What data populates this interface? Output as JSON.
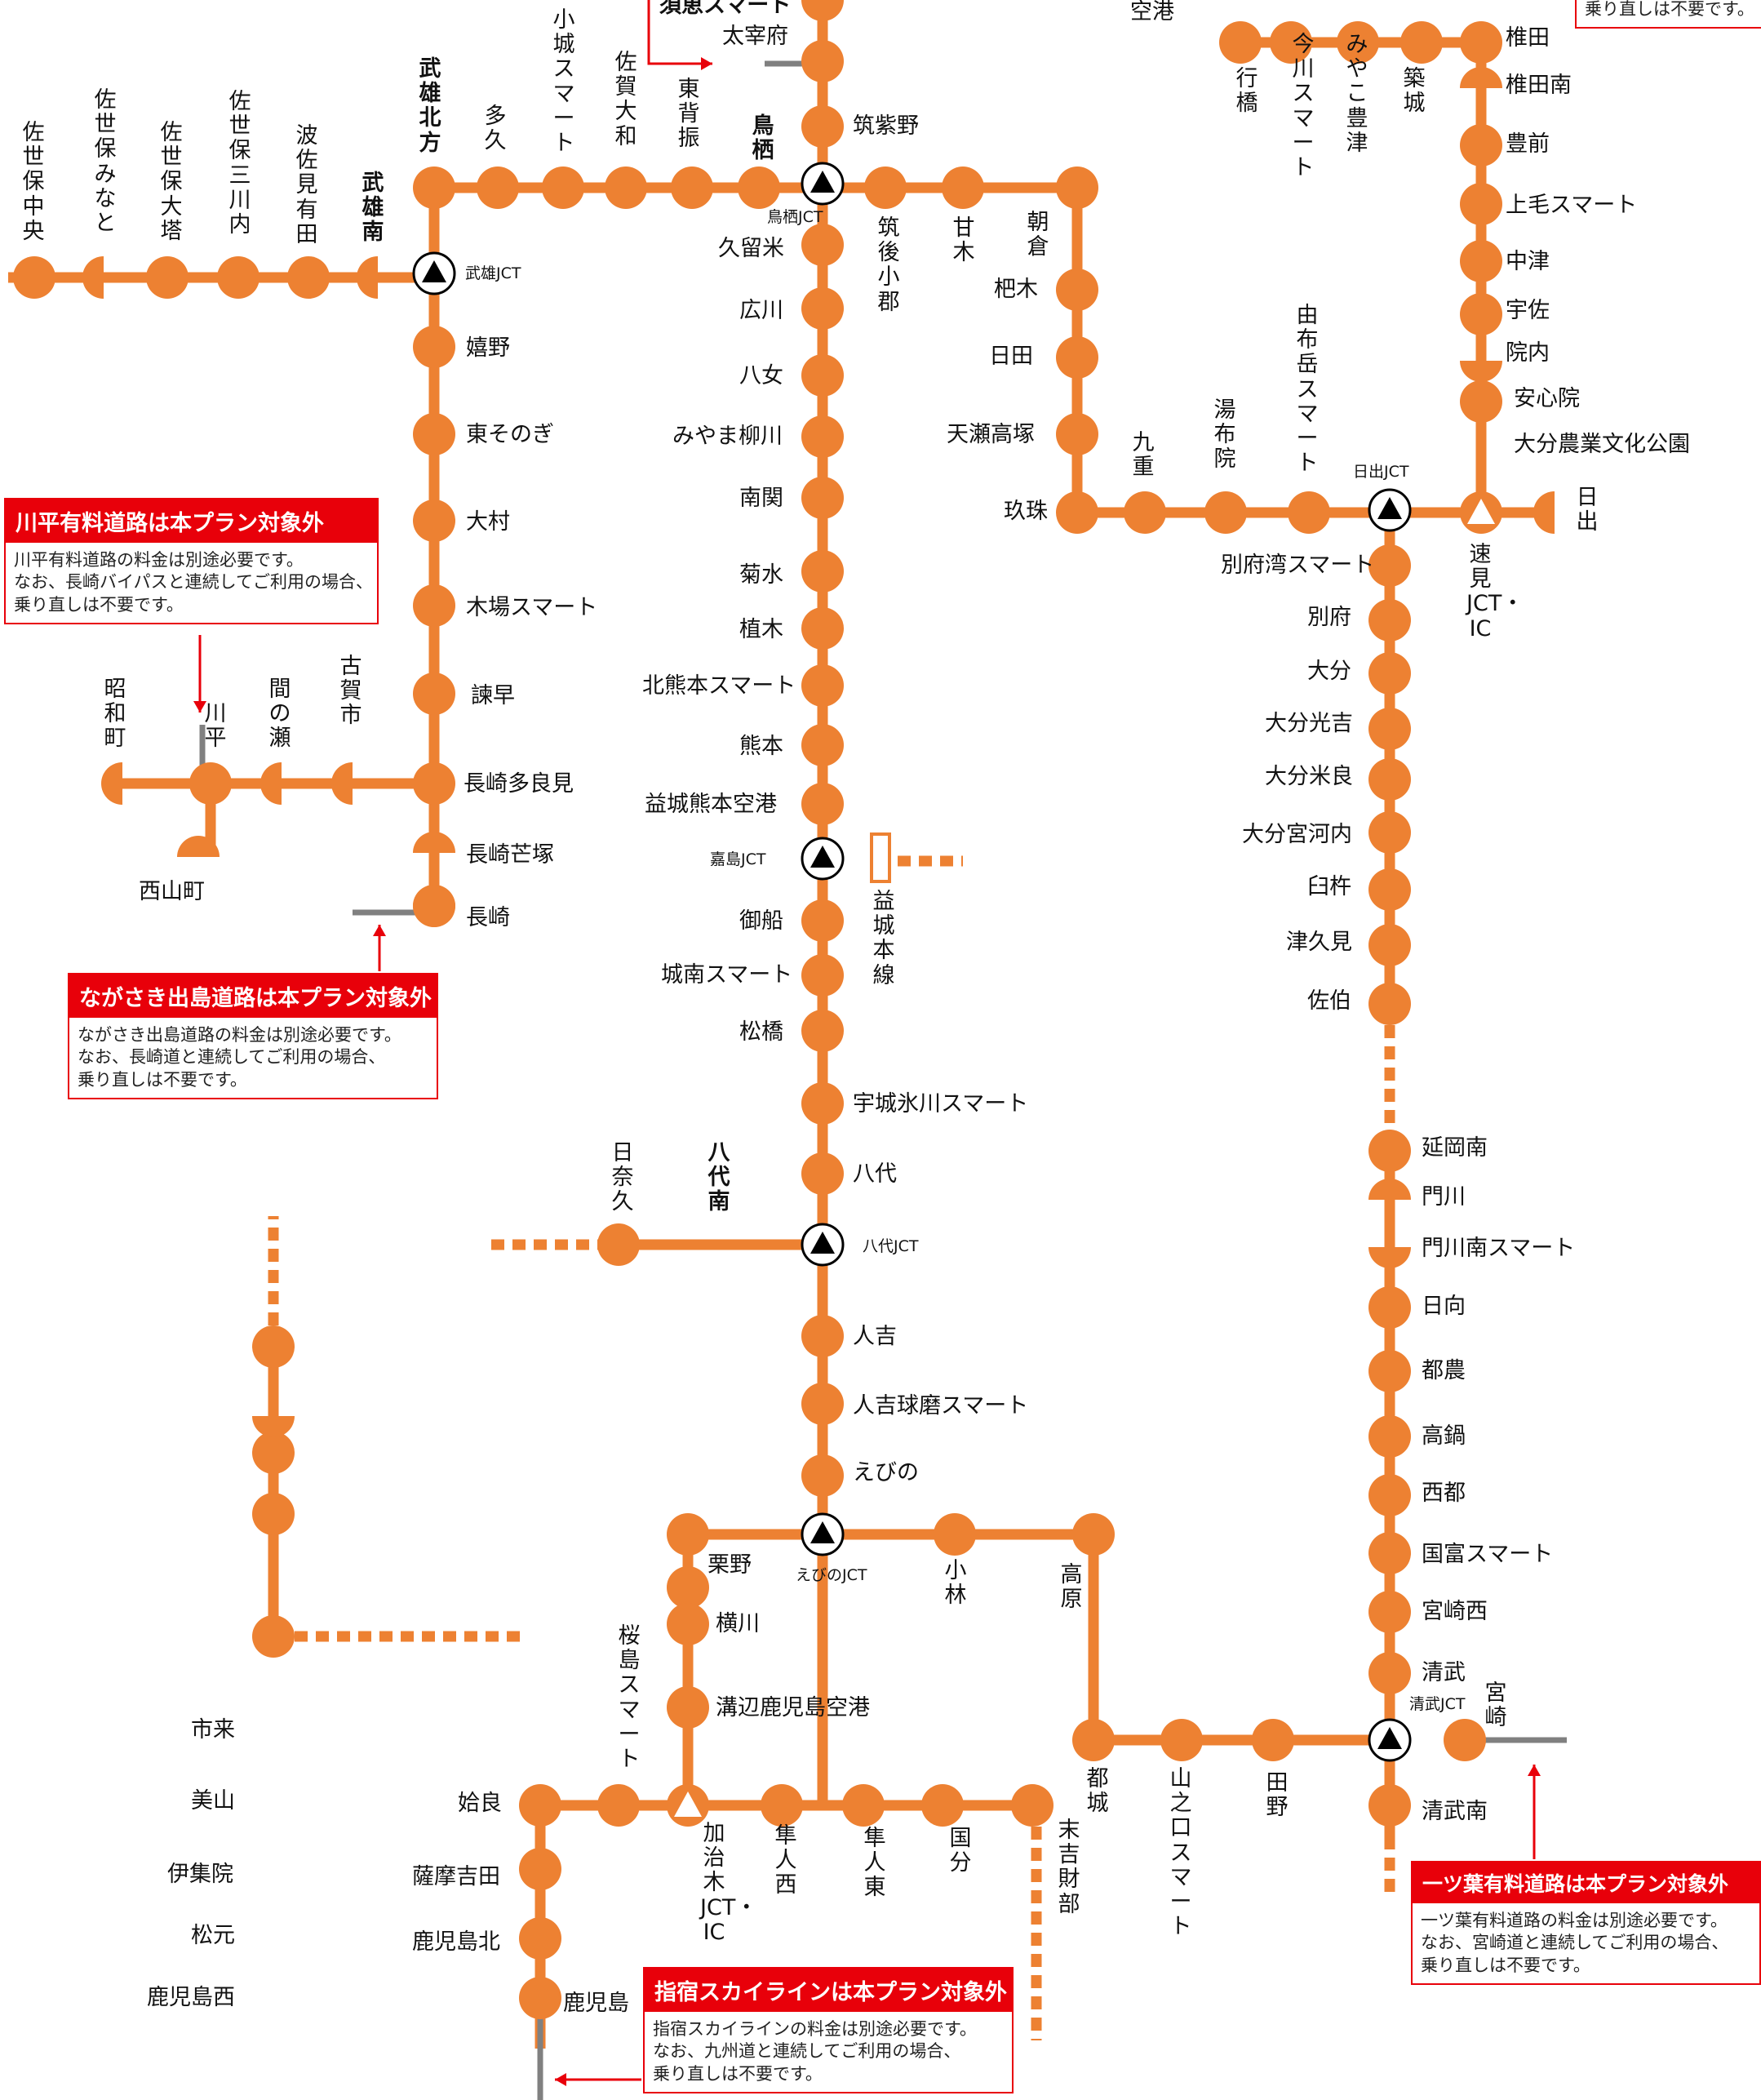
{
  "colors": {
    "route": "#ed8132",
    "jct": "#000000",
    "notice": "#e8000a",
    "excluded_road": "#808080"
  },
  "labels": {
    "top_partial_1": "須恵スマート",
    "top_partial_2": "空港",
    "top_partial_3": "乗り直しは不要です。",
    "dazaifu": "太宰府",
    "chikushino": "筑紫野",
    "tosu": "鳥栖",
    "tosu_jct": "鳥栖JCT",
    "kurume": "久留米",
    "hirokawa": "広川",
    "yame": "八女",
    "miyama_yanagawa": "みやま柳川",
    "nankan": "南関",
    "kikusui": "菊水",
    "ueki": "植木",
    "kitakumamoto_smart": "北熊本スマート",
    "kumamoto": "熊本",
    "mashiki_kumamoto_kuko": "益城熊本空港",
    "kashima_jct": "嘉島JCT",
    "mifune": "御船",
    "jonan_smart": "城南スマート",
    "matsubase": "松橋",
    "uki_hikawa_smart": "宇城氷川スマート",
    "yatsushiro": "八代",
    "yatsushiro_jct": "八代JCT",
    "yatsushiro_minami": "八代南",
    "hinagu": "日奈久",
    "hitoyoshi": "人吉",
    "hitoyoshi_kuma_smart": "人吉球磨スマート",
    "ebino": "えびの",
    "ebino_jct": "えびのJCT",
    "kurino": "栗野",
    "kobayashi": "小林",
    "takaharu": "高原",
    "yokogawa": "横川",
    "mizobe_kagoshima_kuko": "溝辺鹿児島空港",
    "sakurajima_smart": "桜島スマート",
    "chikugo_ogori": "筑後小郡",
    "amagi": "甘木",
    "asakura": "朝倉",
    "haki": "杷木",
    "hita": "日田",
    "amagase_kozuka": "天瀬高塚",
    "kusu": "玖珠",
    "kokonoe": "九重",
    "yufuin": "湯布院",
    "yufudake_smart": "由布岳スマート",
    "hiji_jct": "日出JCT",
    "hiji": "日出",
    "hayami_jct_ic": "速見JCT・IC",
    "beppuwan_smart": "別府湾スマート",
    "beppu": "別府",
    "oita": "大分",
    "oita_mitsuyoshi": "大分光吉",
    "oita_mera": "大分米良",
    "oita_miyakawachi": "大分宮河内",
    "usuki": "臼杵",
    "tsukumi": "津久見",
    "saiki": "佐伯",
    "nobeoka_minami": "延岡南",
    "kadogawa": "門川",
    "kadogawa_minami_smart": "門川南スマート",
    "hyuga": "日向",
    "tsuno": "都農",
    "takanabe": "高鍋",
    "saito": "西都",
    "kunitomi_smart": "国富スマート",
    "miyazaki_nishi": "宮崎西",
    "kiyotake": "清武",
    "kiyotake_jct": "清武JCT",
    "miyazaki": "宮崎",
    "kiyotake_minami": "清武南",
    "tano": "田野",
    "yamanokuchi_smart": "山之口スマート",
    "miyakonojo": "都城",
    "sueyoshi_takarabe": "末吉財部",
    "kokubu": "国分",
    "hayato_higashi": "隼人東",
    "hayato_nishi": "隼人西",
    "kajiki_jct_ic": "加治木JCT・IC",
    "aira": "姶良",
    "satsuma_yoshida": "薩摩吉田",
    "kagoshima_kita": "鹿児島北",
    "kagoshima": "鹿児島",
    "ichiki": "市来",
    "miyama": "美山",
    "ijuin": "伊集院",
    "matsumoto": "松元",
    "kagoshima_nishi": "鹿児島西",
    "yukuhashi": "行橋",
    "imagawa_smart": "今川スマート",
    "miyako_toyotsu": "みやこ豊津",
    "chikujo": "築城",
    "shiida": "椎田",
    "shiida_minami": "椎田南",
    "buzen": "豊前",
    "kouge_smart": "上毛スマート",
    "nakatsu": "中津",
    "usa": "宇佐",
    "innai": "院内",
    "ajimu": "安心院",
    "oita_nogyo_bunka_koen": "大分農業文化公園",
    "takeo_kitagata": "武雄北方",
    "taku": "多久",
    "ogi_smart": "小城スマート",
    "saga_yamato": "佐賀大和",
    "higashi_sefuri": "東背振",
    "takeo_jct": "武雄JCT",
    "takeo_minami": "武雄南",
    "hasami_arita": "波佐見有田",
    "sasebo_mikawachi": "佐世保三川内",
    "sasebo_otou": "佐世保大塔",
    "sasebo_minato": "佐世保みなと",
    "sasebo_chuo": "佐世保中央",
    "ureshino": "嬉野",
    "higashi_sonogi": "東そのぎ",
    "omura": "大村",
    "koba_smart": "木場スマート",
    "isahaya": "諫早",
    "nagasaki_tarami": "長崎多良見",
    "nagasaki_shiotsuka": "長崎芒塚",
    "nagasaki": "長崎",
    "koga_shi": "古賀市",
    "mase": "間の瀬",
    "kawahira": "川平",
    "showamachi": "昭和町",
    "nishiyamamachi": "西山町",
    "mashiki_honsen": "益城本線"
  },
  "notices": {
    "kawahira": {
      "title": "川平有料道路は本プラン対象外",
      "lines": [
        "川平有料道路の料金は別途必要です。",
        "なお、長崎バイパスと連続してご利用の場合、",
        "乗り直しは不要です。"
      ]
    },
    "dejima": {
      "title": "ながさき出島道路は本プラン対象外",
      "lines": [
        "ながさき出島道路の料金は別途必要です。",
        "なお、長崎道と連続してご利用の場合、",
        "乗り直しは不要です。"
      ]
    },
    "ibusuki": {
      "title": "指宿スカイラインは本プラン対象外",
      "lines": [
        "指宿スカイラインの料金は別途必要です。",
        "なお、九州道と連続してご利用の場合、",
        "乗り直しは不要です。"
      ]
    },
    "hitotsuba": {
      "title": "一ツ葉有料道路は本プラン対象外",
      "lines": [
        "一ツ葉有料道路の料金は別途必要です。",
        "なお、宮崎道と連続してご利用の場合、",
        "乗り直しは不要です。"
      ]
    }
  }
}
